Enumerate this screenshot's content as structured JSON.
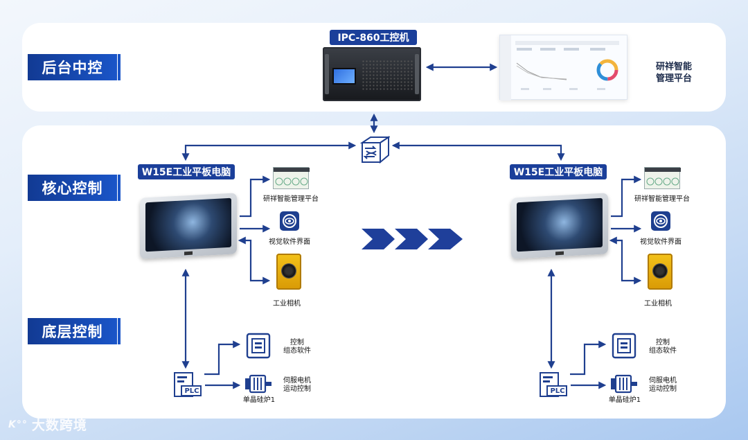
{
  "tiers": {
    "top": "后台中控",
    "core": "核心控制",
    "bottom": "底层控制"
  },
  "backend": {
    "ipc_title": "IPC-860工控机",
    "platform_label_line1": "研祥智能",
    "platform_label_line2": "管理平台"
  },
  "left_cell": {
    "pc_title": "W15E工业平板电脑",
    "mgmt_label": "研祥智能管理平台",
    "vision_label": "视觉软件界面",
    "camera_label": "工业相机",
    "ctrl_label_line1": "控制",
    "ctrl_label_line2": "组态软件",
    "servo_label_line1": "伺服电机",
    "servo_label_line2": "运动控制",
    "furnace_label": "单晶硅炉1",
    "plc_text": "PLC"
  },
  "right_cell": {
    "pc_title": "W15E工业平板电脑",
    "mgmt_label": "研祥智能管理平台",
    "vision_label": "视觉软件界面",
    "camera_label": "工业相机",
    "ctrl_label_line1": "控制",
    "ctrl_label_line2": "组态软件",
    "servo_label_line1": "伺服电机",
    "servo_label_line2": "运动控制",
    "furnace_label": "单晶硅炉1",
    "plc_text": "PLC"
  },
  "watermark": {
    "text": "大数跨境"
  },
  "colors": {
    "navy": "#1b3f9a",
    "line": "#1f3f8f",
    "camera_yellow": "#f3c21a"
  }
}
